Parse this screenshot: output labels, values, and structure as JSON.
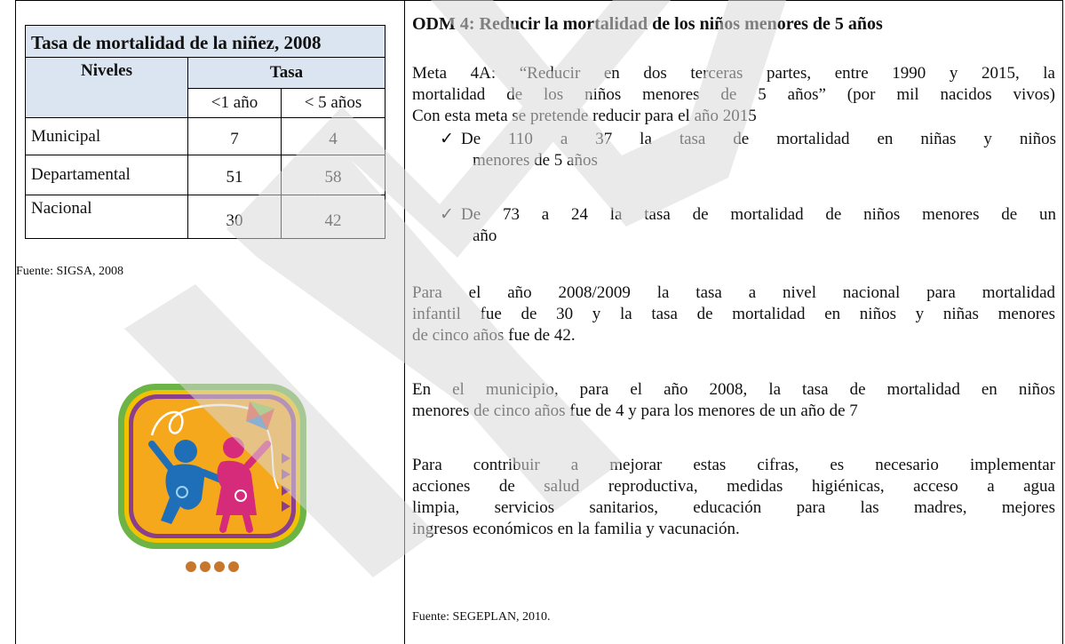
{
  "table": {
    "title": "Tasa de mortalidad de la niñez, 2008",
    "col_niveles": "Niveles",
    "col_tasa": "Tasa",
    "sub_lt1": "<1 año",
    "sub_lt5": "< 5 años",
    "rows": [
      {
        "name": "Municipal",
        "lt1": "7",
        "lt5": "4"
      },
      {
        "name": "Departamental",
        "lt1": "51",
        "lt5": "58"
      },
      {
        "name": "Nacional",
        "lt1": "30",
        "lt5": "42"
      }
    ]
  },
  "left_source": "Fuente: SIGSA, 2008",
  "right": {
    "title": "ODM 4: Reducir la mortalidad de los niños menores de 5 años",
    "meta_line1": "Meta 4A: “Reducir en dos terceras partes, entre 1990 y 2015, la",
    "meta_line2": "mortalidad de los niños menores de 5 años” (por mil nacidos vivos)",
    "meta_line3": "Con esta meta se pretende reducir para el año 2015",
    "check1_line1": "De 110 a 37 la tasa de mortalidad en niñas y niños",
    "check1_line2": "menores de 5 años",
    "check2_line1": "De 73 a 24 la tasa de mortalidad de niños menores de un",
    "check2_line2": "año",
    "p2_line1": "Para el año 2008/2009 la tasa a nivel nacional para mortalidad",
    "p2_line2": "infantil fue  de 30 y la tasa de mortalidad en niños y niñas menores",
    "p2_line3": "de cinco años fue de 42.",
    "p3_line1": "En el municipio, para el año 2008, la tasa de mortalidad en niños",
    "p3_line2": "menores de cinco años fue de 4 y para los menores de un año de 7",
    "p4_line1": "Para contribuir a mejorar estas cifras, es necesario implementar",
    "p4_line2": "acciones de salud reproductiva, medidas higiénicas, acceso a agua",
    "p4_line3": "limpia, servicios sanitarios, educación para las madres, mejores",
    "p4_line4": "ingresos económicos en la familia y vacunación.",
    "source": "Fuente: SEGEPLAN, 2010.",
    "checkmark": "✓"
  },
  "colors": {
    "table_header_bg": "#dbe5f1",
    "watermark": "#e3e3e3"
  }
}
